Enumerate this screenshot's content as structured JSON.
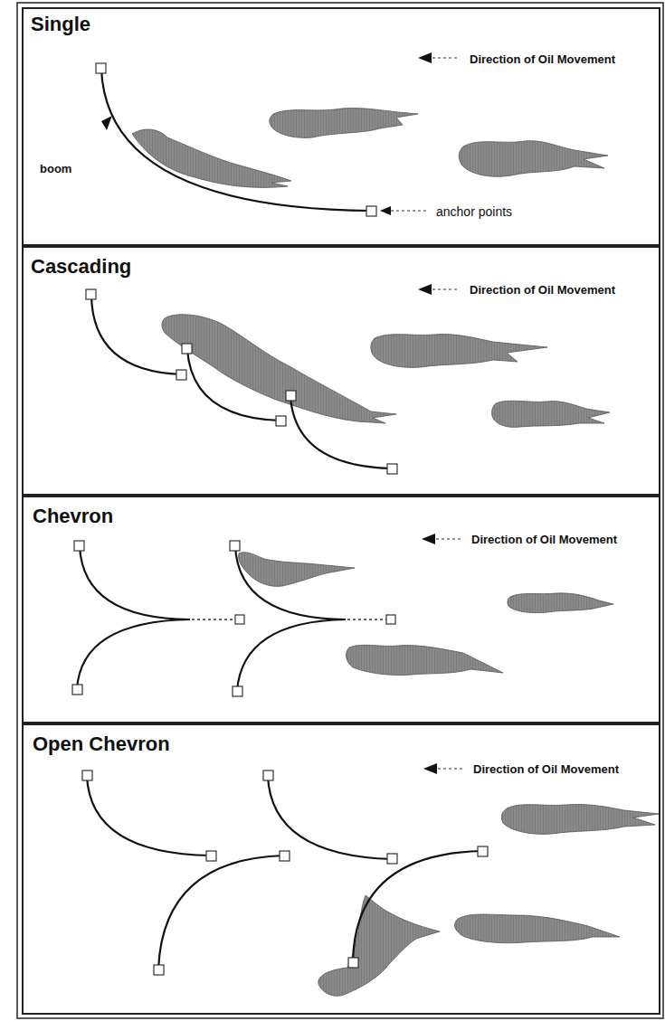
{
  "diagram": {
    "nodes": [
      {
        "text": [
          "Single",
          "Direction of Oil Movement",
          "boom",
          "anchor points"
        ]
      },
      {
        "text": [
          "Cascading",
          "Direction of Oil Movement"
        ]
      },
      {
        "text": [
          "Chevron",
          "Direction of Oil Movement"
        ]
      },
      {
        "text": [
          "Open Chevron",
          "Direction of Oil Movement"
        ]
      }
    ]
  }
}
